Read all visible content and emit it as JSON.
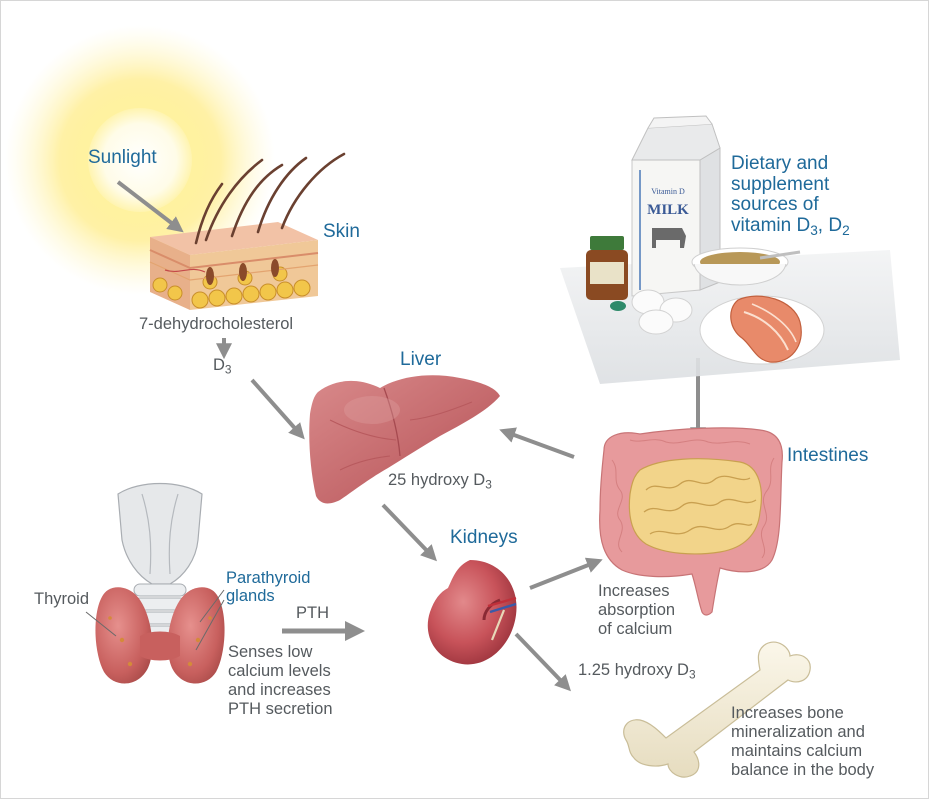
{
  "labels": {
    "sunlight": "Sunlight",
    "skin": "Skin",
    "dehydrocholesterol": "7-dehydrocholesterol",
    "d3_prefix": "D",
    "d3_sub": "3",
    "liver": "Liver",
    "hydroxy25_prefix": "25 hydroxy D",
    "hydroxy25_sub": "3",
    "kidneys": "Kidneys",
    "intestines": "Intestines",
    "dietary": {
      "line1": "Dietary and",
      "line2": "supplement",
      "line3": "sources of",
      "line4_prefix": "vitamin D",
      "line4_sub1": "3",
      "line4_mid": ", D",
      "line4_sub2": "2"
    },
    "thyroid": "Thyroid",
    "parathyroid": {
      "line1": "Parathyroid",
      "line2": "glands"
    },
    "pth": "PTH",
    "senses": {
      "line1": "Senses low",
      "line2": "calcium levels",
      "line3": "and increases",
      "line4": "PTH secretion"
    },
    "absorption": {
      "line1": "Increases",
      "line2": "absorption",
      "line3": "of calcium"
    },
    "hydroxy125_prefix": "1.25 hydroxy D",
    "hydroxy125_sub": "3",
    "bone": {
      "line1": "Increases bone",
      "line2": "mineralization and",
      "line3": "maintains calcium",
      "line4": "balance in the body"
    },
    "carton_brand": "Vitamin D",
    "carton_milk": "MILK"
  },
  "colors": {
    "label_blue": "#1f6a9a",
    "label_gray": "#555a5e",
    "arrow_gray": "#8e8e8e",
    "sun_yellow": "#fff3a0",
    "liver_red": "#c8656a",
    "kidney_red": "#c44b53",
    "intestine_pink": "#e79a9c",
    "bone_cream": "#f4ecd5"
  },
  "icons": [
    "sun-icon",
    "skin-icon",
    "liver-icon",
    "kidney-icon",
    "intestines-icon",
    "thyroid-icon",
    "milk-carton-icon",
    "supplement-bottle-icon",
    "eggs-icon",
    "cereal-bowl-icon",
    "salmon-steak-icon",
    "bone-icon"
  ]
}
